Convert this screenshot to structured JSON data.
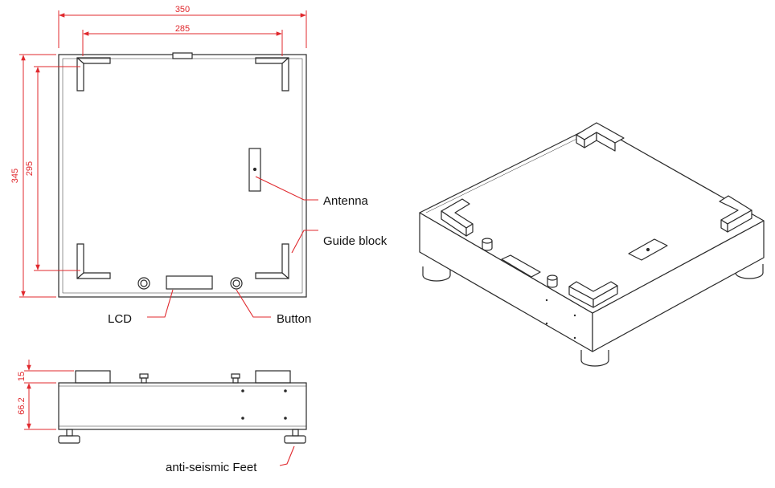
{
  "dimensions": {
    "outer_width": "350",
    "inner_width": "285",
    "outer_height": "345",
    "inner_height": "295",
    "top_height": "15",
    "side_height": "66.2"
  },
  "callouts": {
    "antenna": "Antenna",
    "guide_block": "Guide block",
    "lcd": "LCD",
    "button": "Button",
    "feet": "anti-seismic Feet"
  },
  "colors": {
    "line": "#2a2a2a",
    "dimension": "#e0282d",
    "background": "#ffffff"
  }
}
